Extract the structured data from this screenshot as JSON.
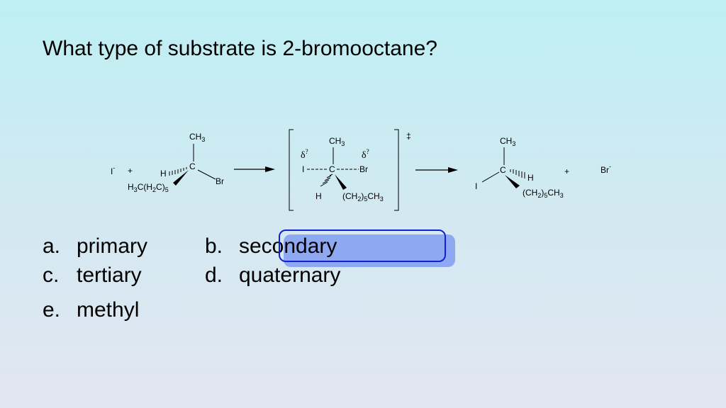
{
  "slide": {
    "question": "What type of substrate is 2-bromooctane?",
    "options": [
      {
        "letter": "a.",
        "text": "primary"
      },
      {
        "letter": "b.",
        "text": "secondary"
      },
      {
        "letter": "c.",
        "text": "tertiary"
      },
      {
        "letter": "d.",
        "text": "quaternary"
      },
      {
        "letter": "e.",
        "text": "methyl"
      }
    ],
    "highlighted_option": "b",
    "highlight_color": "#1420d6"
  },
  "scheme": {
    "nucleophile": "I",
    "nucleophile_charge": "-",
    "plus": "+",
    "reactant": {
      "ch3": "CH",
      "ch3_sub": "3",
      "carbon": "C",
      "h": "H",
      "br": "Br",
      "chain_a": "H",
      "chain_sub1": "3",
      "chain_b": "C(H",
      "chain_sub2": "2",
      "chain_c": "C)",
      "chain_sub3": "5"
    },
    "transition_state": {
      "dagger": "‡",
      "ch3": "CH",
      "ch3_sub": "3",
      "delta": "δ",
      "delta_mark": "?",
      "i": "I",
      "carbon": "C",
      "br": "Br",
      "h": "H",
      "chain_a": "(CH",
      "chain_sub1": "2",
      "chain_b": ")",
      "chain_sub2": "5",
      "chain_c": "CH",
      "chain_sub3": "3"
    },
    "product": {
      "ch3": "CH",
      "ch3_sub": "3",
      "carbon": "C",
      "h": "H",
      "i": "I",
      "chain_a": "(CH",
      "chain_sub1": "2",
      "chain_b": ")",
      "chain_sub2": "5",
      "chain_c": "CH",
      "chain_sub3": "3"
    },
    "leaving_group": "Br",
    "leaving_group_charge": "-"
  }
}
